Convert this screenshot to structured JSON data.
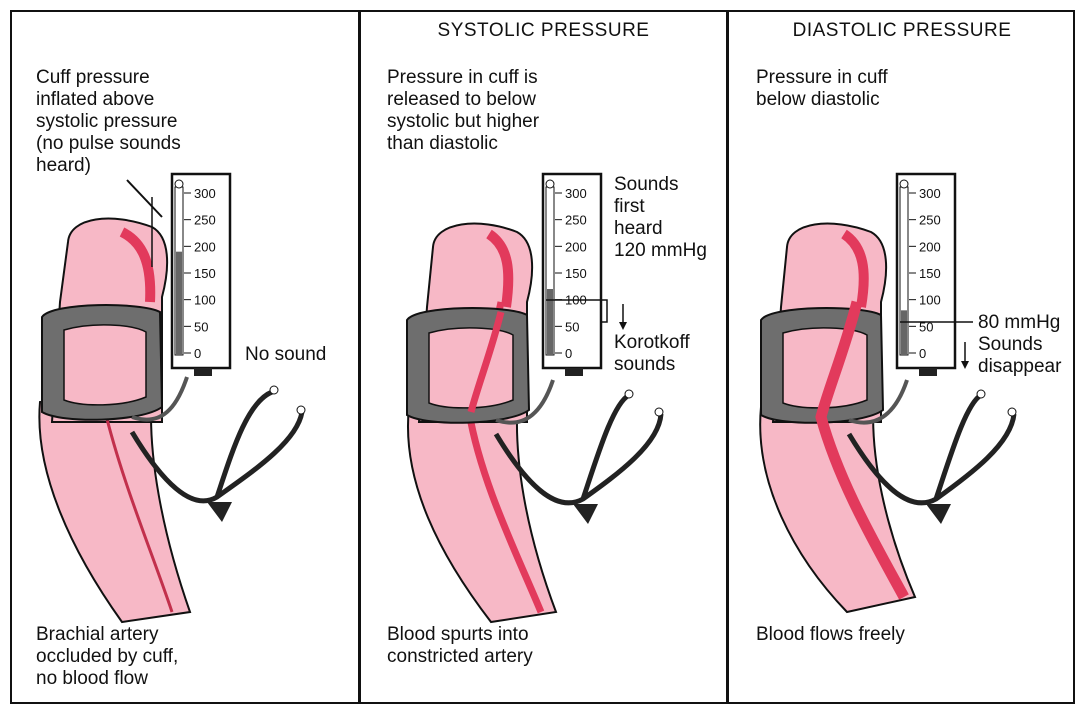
{
  "panels": [
    {
      "heading": "",
      "note": "Cuff pressure\ninflated above\nsystolic pressure\n(no pulse sounds\nheard)",
      "side_label": "No sound",
      "caption": "Brachial artery\noccluded by cuff,\nno blood flow",
      "mercury_level": 190
    },
    {
      "heading": "SYSTOLIC PRESSURE",
      "note": "Pressure in cuff is\nreleased to below\nsystolic but higher\nthan diastolic",
      "upper_label": "Sounds\nfirst\nheard\n120 mmHg",
      "side_label": "Korotkoff\nsounds",
      "caption": "Blood spurts into\nconstricted artery",
      "mercury_level": 120
    },
    {
      "heading": "DIASTOLIC PRESSURE",
      "note": "Pressure in cuff\nbelow diastolic",
      "side_label": "80 mmHg\nSounds\ndisappear",
      "caption": "Blood flows freely",
      "mercury_level": 80
    }
  ],
  "gauge": {
    "ticks": [
      "300",
      "250",
      "200",
      "150",
      "100",
      "50",
      "0"
    ]
  },
  "colors": {
    "arm": "#f7b8c6",
    "artery": "#e23a5c",
    "cuff": "#6e6e6e",
    "cuff_inner": "#9a9a9a",
    "outline": "#111111"
  }
}
